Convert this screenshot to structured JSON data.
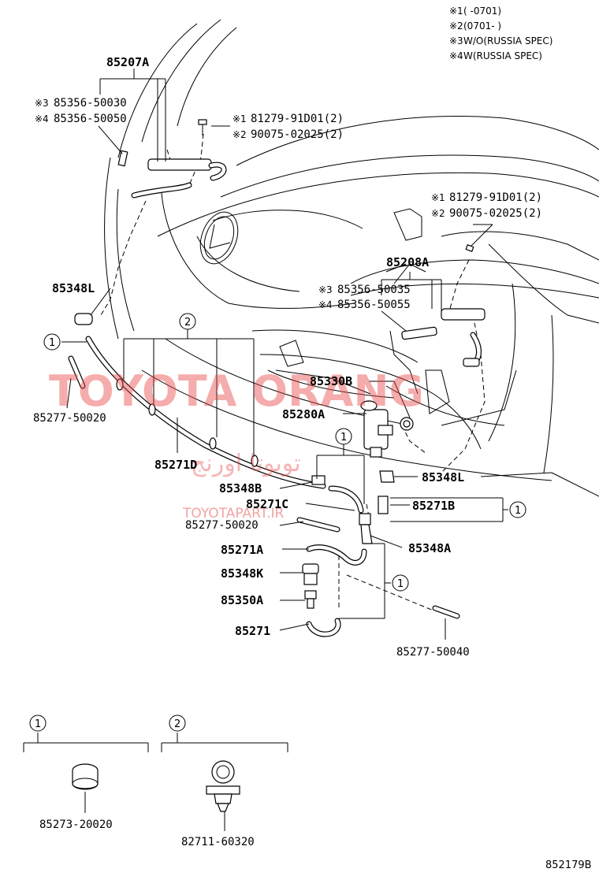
{
  "notes": [
    {
      "mark": "※1",
      "text": "(       -0701)"
    },
    {
      "mark": "※2",
      "text": "(0701-       )"
    },
    {
      "mark": "※3",
      "text": "W/O(RUSSIA SPEC)"
    },
    {
      "mark": "※4",
      "text": "W(RUSSIA SPEC)"
    }
  ],
  "parts": {
    "p85207A": "85207A",
    "p85356_50030": "85356-50030",
    "p85356_50050": "85356-50050",
    "p81279_a": "81279-91D01(2)",
    "p90075_a": "90075-02025(2)",
    "p81279_b": "81279-91D01(2)",
    "p90075_b": "90075-02025(2)",
    "p85208A": "85208A",
    "p85356_50035": "85356-50035",
    "p85356_50055": "85356-50055",
    "p85348L_a": "85348L",
    "p85277_50020_a": "85277-50020",
    "p85330B": "85330B",
    "p85280A": "85280A",
    "p85271D": "85271D",
    "p85348B": "85348B",
    "p85271C": "85271C",
    "p85277_50020_b": "85277-50020",
    "p85348L_b": "85348L",
    "p85271B": "85271B",
    "p85348A": "85348A",
    "p85271A": "85271A",
    "p85348K": "85348K",
    "p85350A": "85350A",
    "p85271": "85271",
    "p85277_50040": "85277-50040",
    "p85273_20020": "85273-20020",
    "p82711_60320": "82711-60320"
  },
  "marks": {
    "m1": "※1",
    "m2": "※2",
    "m3": "※3",
    "m4": "※4"
  },
  "callouts": {
    "c1": "1",
    "c2": "2"
  },
  "watermark": {
    "brand": "TOYOTA ORANG",
    "arabic": "تويوتا اورنج",
    "site": "TOYOTAPART.IR"
  },
  "diagram_ref": "852179B"
}
